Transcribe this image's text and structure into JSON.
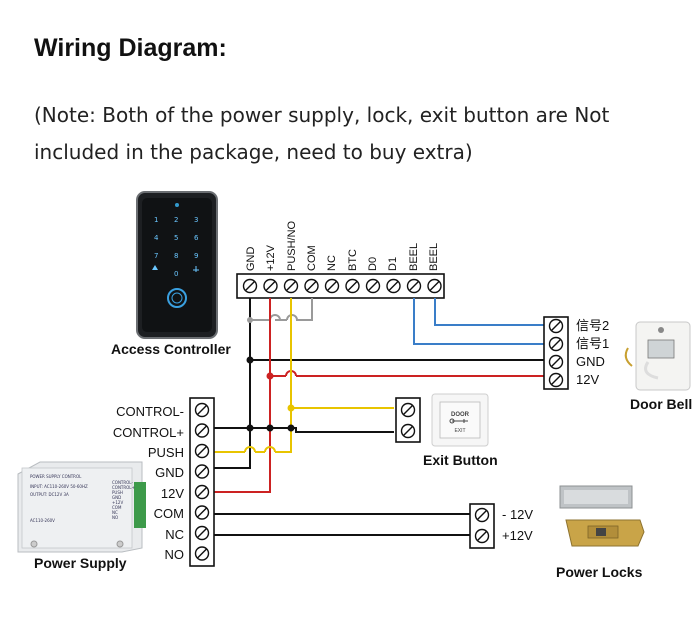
{
  "title": "Wiring Diagram:",
  "note": "(Note: Both of the power supply, lock, exit button are Not included in the package, need to buy extra)",
  "controller": {
    "label": "Access Controller",
    "pins": [
      "GND",
      "+12V",
      "PUSH/NO",
      "COM",
      "NC",
      "BTC",
      "D0",
      "D1",
      "BEEL",
      "BEEL"
    ],
    "keys": [
      "1",
      "2",
      "3",
      "4",
      "5",
      "6",
      "7",
      "8",
      "9",
      "0"
    ]
  },
  "door_bell": {
    "label": "Door Bell",
    "terminals": [
      "信号2",
      "信号1",
      "GND",
      "12V"
    ]
  },
  "exit_button": {
    "label": "Exit Button",
    "plate_text": "DOOR",
    "plate_sub": "EXIT"
  },
  "power_supply": {
    "label": "Power Supply",
    "terminals": [
      "CONTROL-",
      "CONTROL+",
      "PUSH",
      "GND",
      "12V",
      "COM",
      "NC",
      "NO"
    ],
    "unit_title": "POWER SUPPLY CONTROL",
    "unit_line1": "INPUT: AC110-260V 50-60HZ",
    "unit_line2": "OUTPUT: DC12V 3A",
    "unit_line3": "AC110-260V",
    "unit_side": [
      "CONTROL-",
      "CONTROL+",
      "PUSH",
      "GND",
      "+12V",
      "COM",
      "NC",
      "NO"
    ]
  },
  "power_locks": {
    "label": "Power Locks",
    "terminals": [
      "- 12V",
      "+12V"
    ]
  },
  "colors": {
    "wire_black": "#111111",
    "wire_red": "#cc2222",
    "wire_yellow": "#e8c400",
    "wire_blue": "#3a7ec8",
    "wire_gray": "#9a9a9a"
  }
}
